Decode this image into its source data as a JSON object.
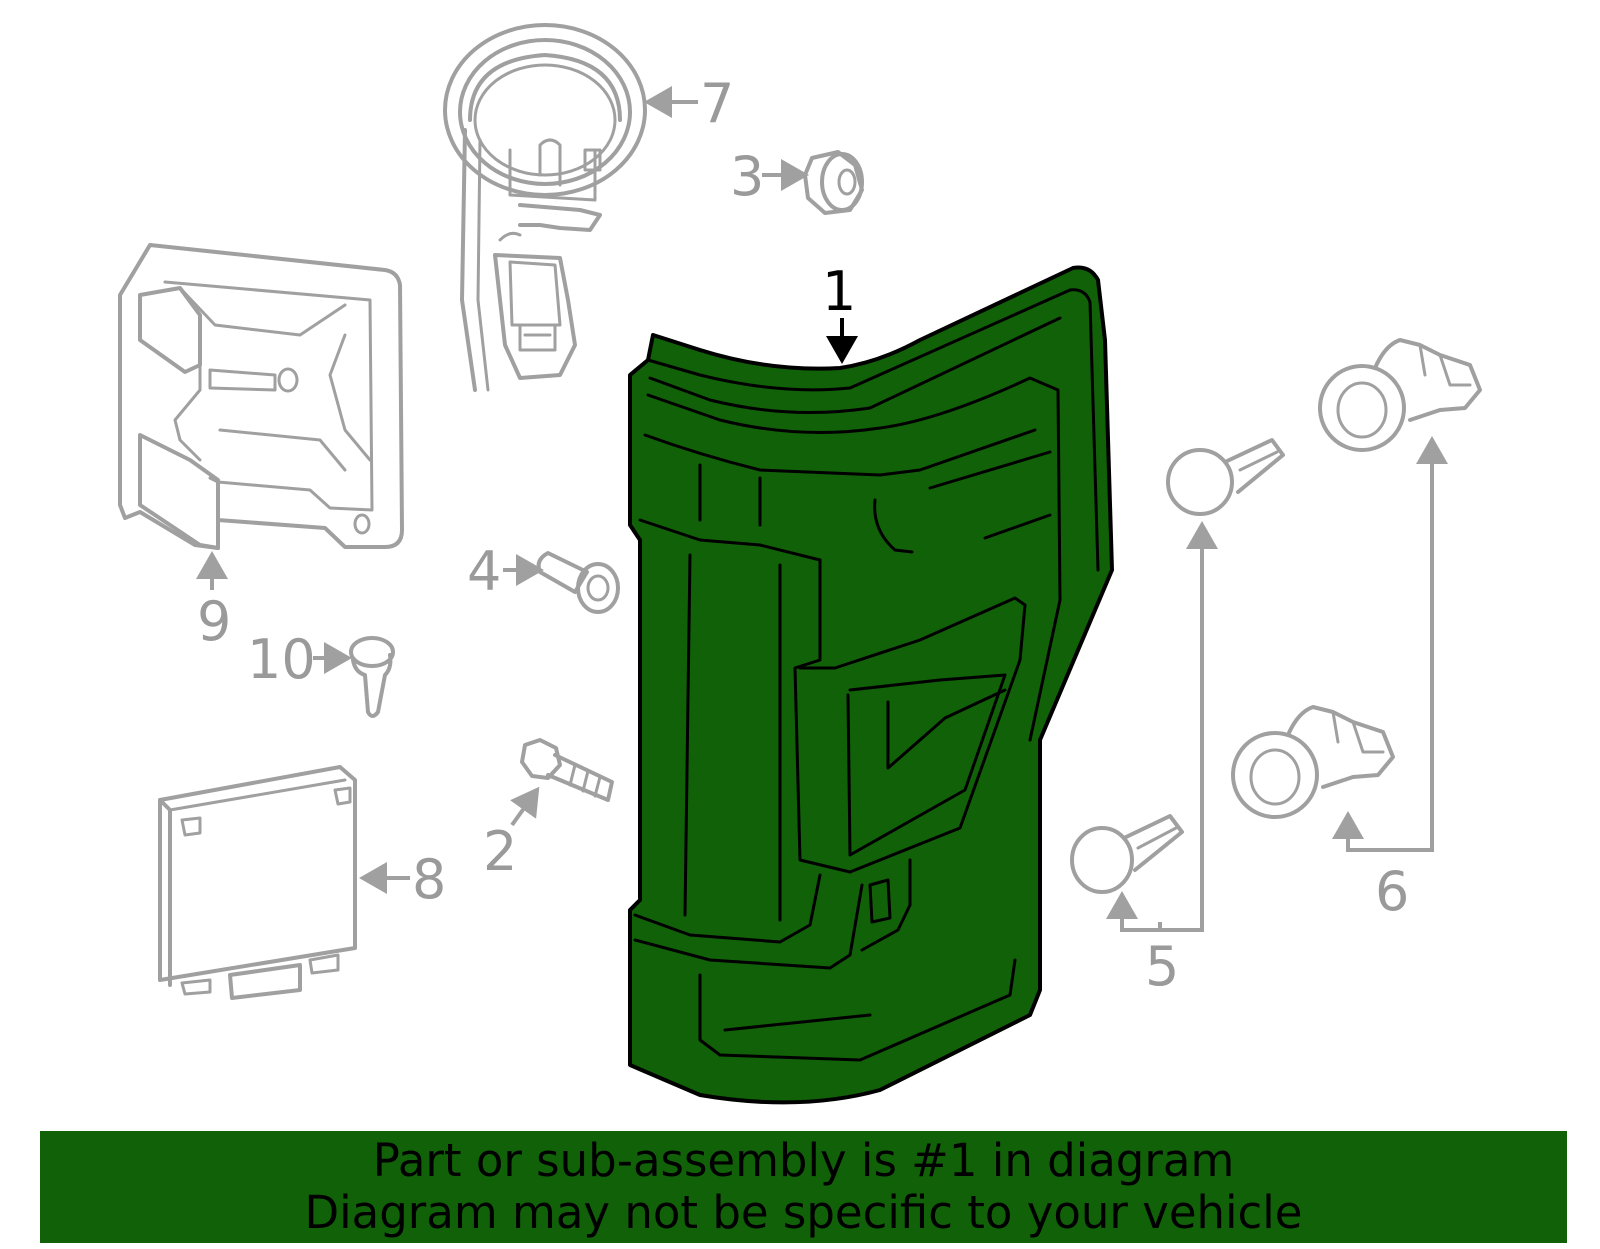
{
  "colors": {
    "highlight": "#116108",
    "part_stroke": "#a0a0a0",
    "outline": "#000000",
    "background": "#ffffff"
  },
  "callouts": {
    "c1": "1",
    "c2": "2",
    "c3": "3",
    "c4": "4",
    "c5": "5",
    "c6": "6",
    "c7": "7",
    "c8": "8",
    "c9": "9",
    "c10": "10"
  },
  "banner": {
    "line1": "Part or sub-assembly is #1 in diagram",
    "line2": "Diagram may not be specific to your vehicle"
  }
}
